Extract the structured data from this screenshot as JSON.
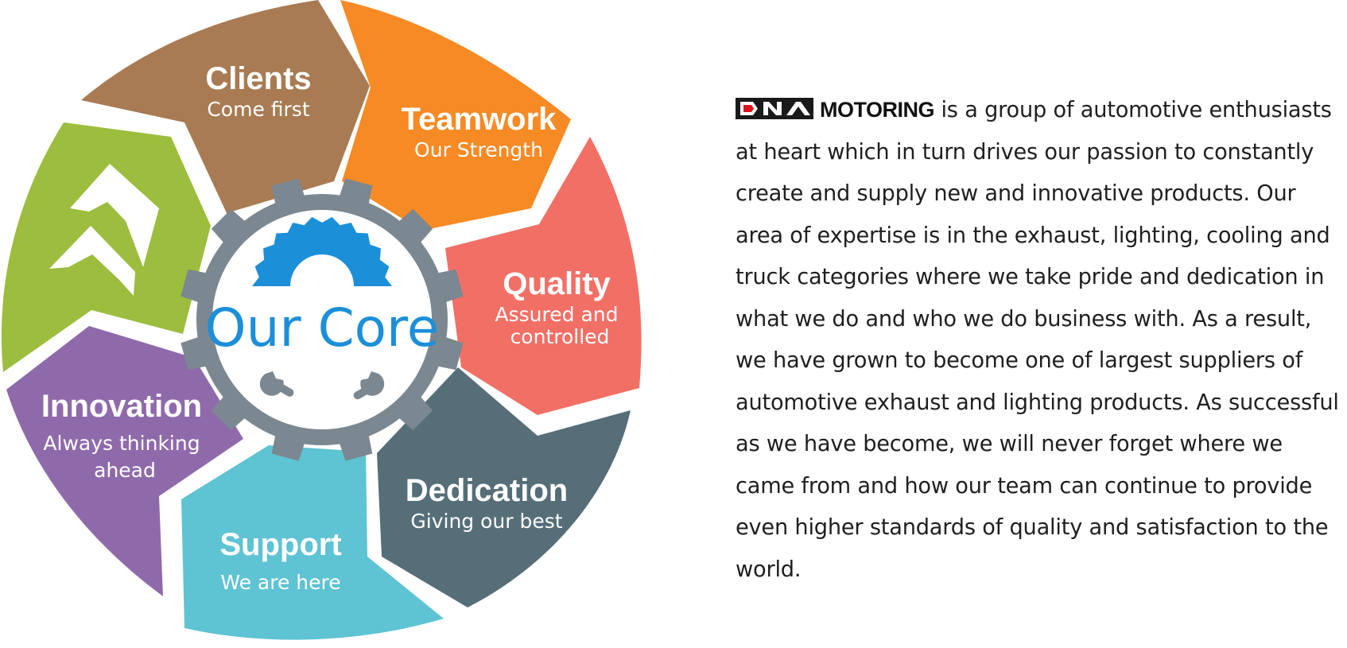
{
  "diagram": {
    "center_label": "Our Core",
    "segments": [
      {
        "title": "Clients",
        "subtitle": "Come first",
        "color": "#a87b53"
      },
      {
        "title": "Teamwork",
        "subtitle": "Our Strength",
        "color": "#f68a24"
      },
      {
        "title": "Quality",
        "subtitle_lines": [
          "Assured and",
          "controlled"
        ],
        "color": "#f26f66"
      },
      {
        "title": "Dedication",
        "subtitle": "Giving our best",
        "color": "#556e78"
      },
      {
        "title": "Support",
        "subtitle": "We are here",
        "color": "#5ec3d3"
      },
      {
        "title": "Innovation",
        "subtitle_lines": [
          "Always thinking",
          "ahead"
        ],
        "color": "#8f6aab"
      },
      {
        "icon": "double-chevron-icon",
        "color": "#9cbd3d"
      }
    ],
    "gear_color": "#7b8791",
    "accent_color": "#1c8fd9"
  },
  "about": {
    "logo_text": "DNA",
    "brand": "MOTORING",
    "text": " is a group of automotive enthusiasts at heart which in turn drives our passion to constantly create and supply new and innovative products. Our area of expertise is in the exhaust, lighting, cooling and truck categories where we take pride and dedication in what we do and who we do business with. As a result, we have grown to become one of largest suppliers of automotive exhaust and lighting products. As successful as we have become, we will never forget where we came from and how our team can continue to provide even higher standards of quality and satisfaction to the world."
  }
}
